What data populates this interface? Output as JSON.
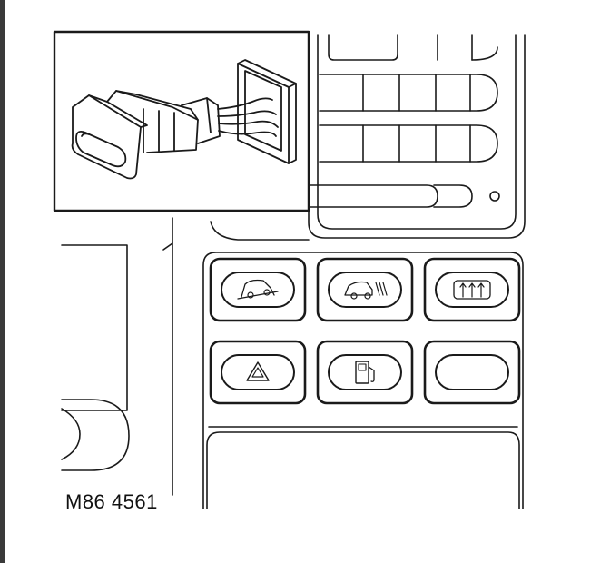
{
  "figure": {
    "label": "M86 4561"
  },
  "switches": [
    {
      "row": 1,
      "col": 1,
      "icon": "vehicle-descent-icon"
    },
    {
      "row": 1,
      "col": 2,
      "icon": "vehicle-lamp-icon"
    },
    {
      "row": 1,
      "col": 3,
      "icon": "rear-screen-heater-icon"
    },
    {
      "row": 2,
      "col": 1,
      "icon": "hazard-warning-icon"
    },
    {
      "row": 2,
      "col": 2,
      "icon": "fuel-pump-icon"
    },
    {
      "row": 2,
      "col": 3,
      "icon": "blank-switch-icon"
    }
  ],
  "inset": {
    "subject": "removed-switch-with-connector"
  }
}
